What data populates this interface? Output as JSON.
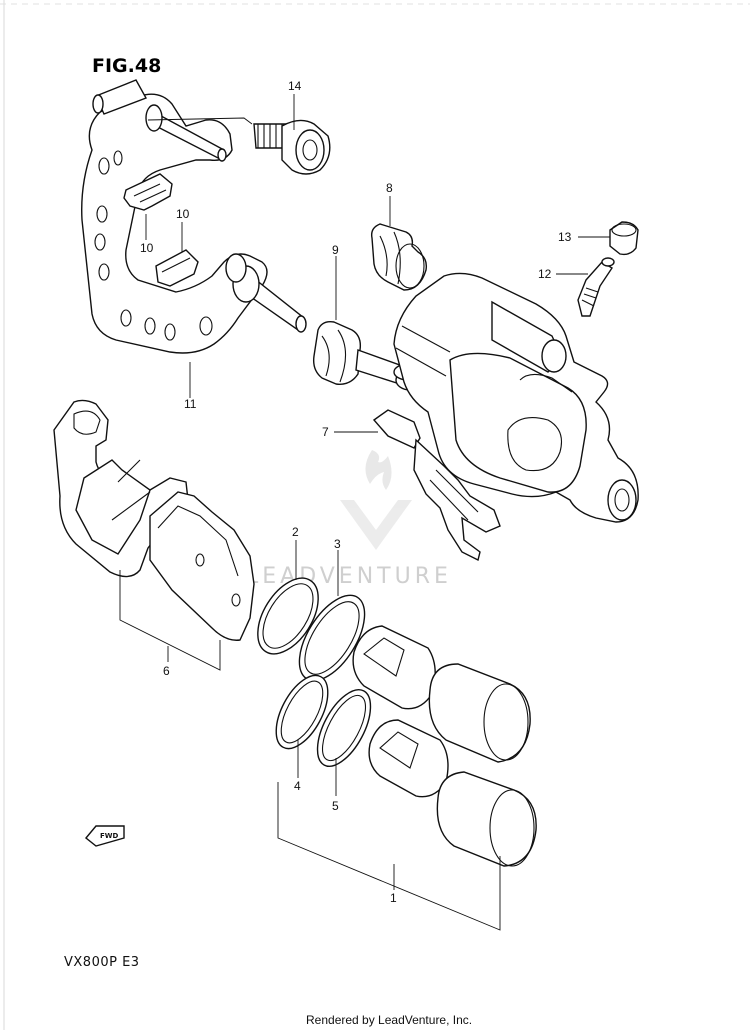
{
  "figure_label": "FIG.48",
  "model_code": "VX800P  E3",
  "fwd_label": "FWD",
  "watermark": "LEADVENTURE",
  "credit": "Rendered by LeadVenture, Inc.",
  "callouts": [
    "1",
    "2",
    "3",
    "4",
    "5",
    "6",
    "7",
    "9",
    "10",
    "10",
    "11",
    "12",
    "13",
    "14",
    "8"
  ]
}
